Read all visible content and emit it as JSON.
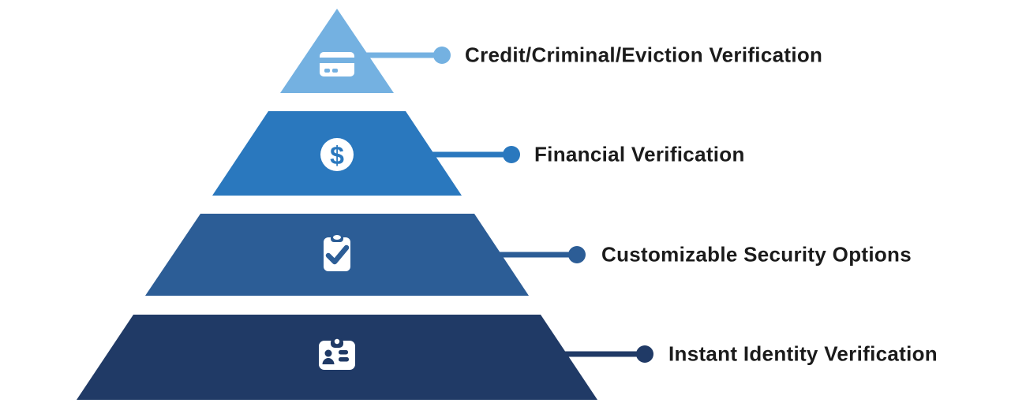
{
  "diagram": {
    "type": "pyramid",
    "background": "#FFFFFF",
    "text_color": "#1B1B1B",
    "levels": [
      {
        "label": "Credit/Criminal/Eviction Verification",
        "color": "#74B1E1",
        "icon": "credit-card-icon"
      },
      {
        "label": "Financial Verification",
        "color": "#2A78BE",
        "icon": "dollar-circle-icon",
        "icon_glyph": "$"
      },
      {
        "label": "Customizable Security Options",
        "color": "#2C5D96",
        "icon": "clipboard-check-icon"
      },
      {
        "label": "Instant Identity Verification",
        "color": "#203A66",
        "icon": "id-badge-icon"
      }
    ]
  }
}
